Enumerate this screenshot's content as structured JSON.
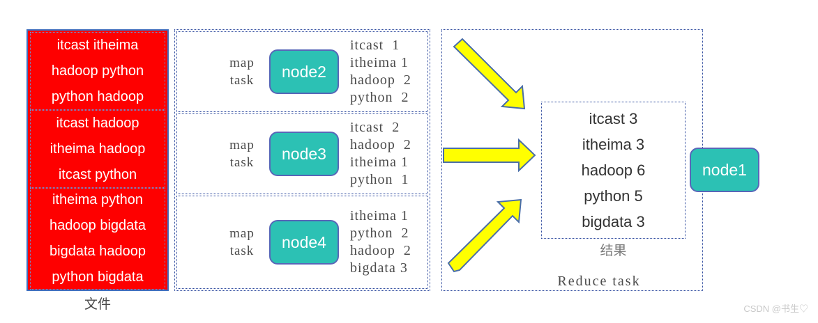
{
  "file_block": {
    "caption": "文件",
    "color": "#fe0000",
    "splits": [
      {
        "lines": [
          "itcast itheima",
          "hadoop python",
          "python hadoop"
        ]
      },
      {
        "lines": [
          "itcast hadoop",
          "itheima hadoop",
          "itcast python"
        ]
      },
      {
        "lines": [
          "itheima python",
          "hadoop bigdata",
          "bigdata hadoop",
          "python bigdata"
        ]
      }
    ]
  },
  "map_stage": {
    "task_label": "map\ntask",
    "node_color": "#2cc1b4",
    "rows": [
      {
        "task_label_line1": "map",
        "task_label_line2": "task",
        "node": "node2",
        "output": "itcast  1\nitheima 1\nhadoop  2\npython  2",
        "output_pairs": [
          {
            "key": "itcast",
            "count": 1
          },
          {
            "key": "itheima",
            "count": 1
          },
          {
            "key": "hadoop",
            "count": 2
          },
          {
            "key": "python",
            "count": 2
          }
        ]
      },
      {
        "task_label_line1": "map",
        "task_label_line2": "task",
        "node": "node3",
        "output": "itcast  2\nhadoop  2\nitheima 1\npython  1",
        "output_pairs": [
          {
            "key": "itcast",
            "count": 2
          },
          {
            "key": "hadoop",
            "count": 2
          },
          {
            "key": "itheima",
            "count": 1
          },
          {
            "key": "python",
            "count": 1
          }
        ]
      },
      {
        "task_label_line1": "map",
        "task_label_line2": "task",
        "node": "node4",
        "output": "itheima 1\npython  2\nhadoop  2\nbigdata 3",
        "output_pairs": [
          {
            "key": "itheima",
            "count": 1
          },
          {
            "key": "python",
            "count": 2
          },
          {
            "key": "hadoop",
            "count": 2
          },
          {
            "key": "bigdata",
            "count": 3
          }
        ]
      }
    ]
  },
  "reduce_stage": {
    "caption": "Reduce task",
    "result_caption": "结果",
    "arrow_color": "#ffff00",
    "arrow_outline": "#4a6ea9",
    "result_lines": [
      "itcast 3",
      "itheima 3",
      "hadoop 6",
      "python 5",
      "bigdata 3"
    ],
    "result_pairs": [
      {
        "key": "itcast",
        "count": 3
      },
      {
        "key": "itheima",
        "count": 3
      },
      {
        "key": "hadoop",
        "count": 6
      },
      {
        "key": "python",
        "count": 5
      },
      {
        "key": "bigdata",
        "count": 3
      }
    ]
  },
  "output_node": {
    "label": "node1"
  },
  "watermark": {
    "text": "CSDN @书生♡"
  }
}
